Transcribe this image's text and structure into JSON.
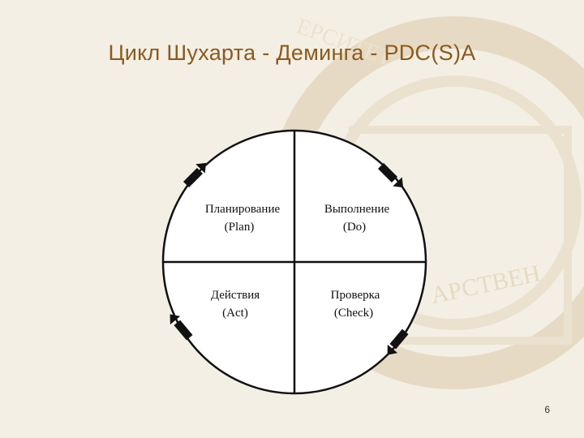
{
  "slide": {
    "title": "Цикл Шухарта - Деминга - PDC(S)A",
    "page_number": "6"
  },
  "diagram": {
    "quadrants": [
      {
        "id": "plan",
        "line1": "Планирование",
        "line2": "(Plan)"
      },
      {
        "id": "do",
        "line1": "Выполнение",
        "line2": "(Do)"
      },
      {
        "id": "act",
        "line1": "Действия",
        "line2": "(Act)"
      },
      {
        "id": "check",
        "line1": "Проверка",
        "line2": "(Check)"
      }
    ]
  },
  "colors": {
    "title": "#8b5a1e",
    "background": "#f4efe4",
    "watermark": "#e3d6bd",
    "lines": "#111111"
  }
}
